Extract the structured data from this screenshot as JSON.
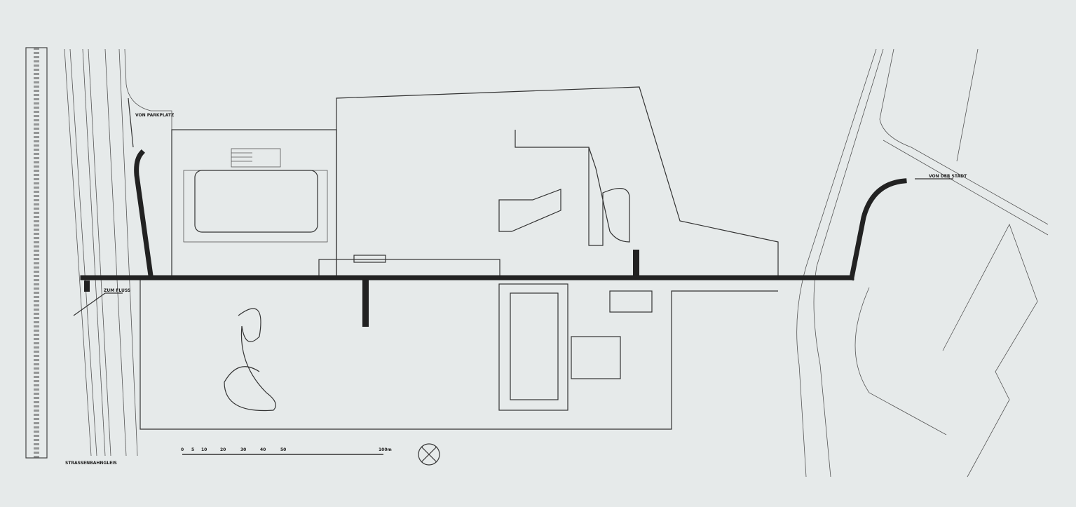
{
  "labels": {
    "from_parking": "VON PARKPLATZ",
    "to_river": "ZUM FLUSS",
    "from_city": "VON DER STADT",
    "tram_track": "STRASSENBAHNGLEIS"
  },
  "scale_bar": {
    "ticks": [
      "0",
      "5",
      "10",
      "20",
      "30",
      "40",
      "50",
      "100m"
    ]
  },
  "colors": {
    "paper": "#e6eaea",
    "ink": "#222222"
  },
  "icons": [
    "north-arrow-icon"
  ]
}
